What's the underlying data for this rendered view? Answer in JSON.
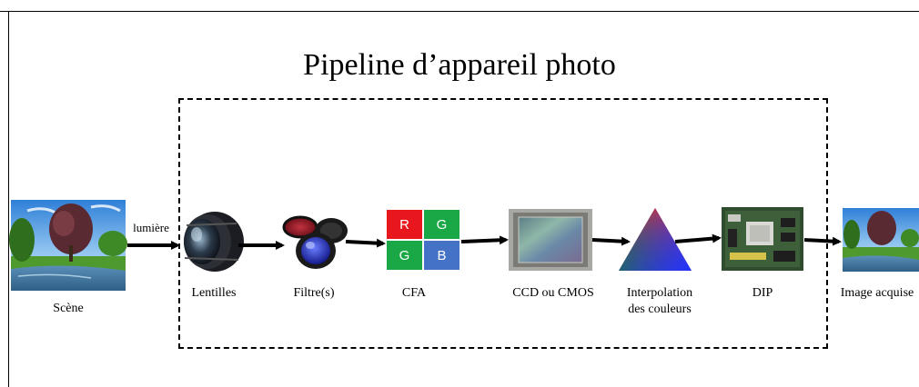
{
  "title": "Pipeline d’appareil photo",
  "light_label": "lumière",
  "stages": {
    "scene": "Scène",
    "lens": "Lentilles",
    "filters": "Filtre(s)",
    "cfa": "CFA",
    "sensor": "CCD ou CMOS",
    "interp_line1": "Interpolation",
    "interp_line2": "des couleurs",
    "dip": "DIP",
    "output": "Image acquise"
  },
  "cfa_cells": [
    "R",
    "G",
    "G",
    "B"
  ],
  "colors": {
    "red": "#e8171d",
    "green": "#1aa846",
    "blue": "#4472c4",
    "arrow": "#000000"
  }
}
